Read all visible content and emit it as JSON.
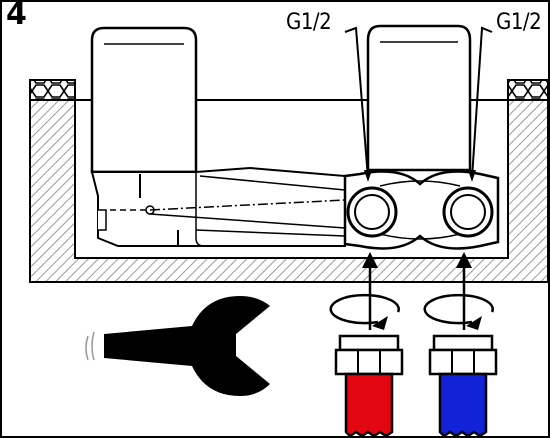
{
  "step": {
    "number": "4"
  },
  "labels": {
    "thread_left": "G1/2",
    "thread_right": "G1/2"
  },
  "colors": {
    "hot_pipe": "#e30613",
    "cold_pipe": "#1222d6",
    "outline": "#000000",
    "hatch": "#9a9a9a"
  },
  "icons": {
    "wrench": "open-end-wrench-icon",
    "rotation_left": "rotation-arrow-icon",
    "rotation_right": "rotation-arrow-icon",
    "insert_arrow_left": "arrow-up-icon",
    "insert_arrow_right": "arrow-up-icon"
  }
}
